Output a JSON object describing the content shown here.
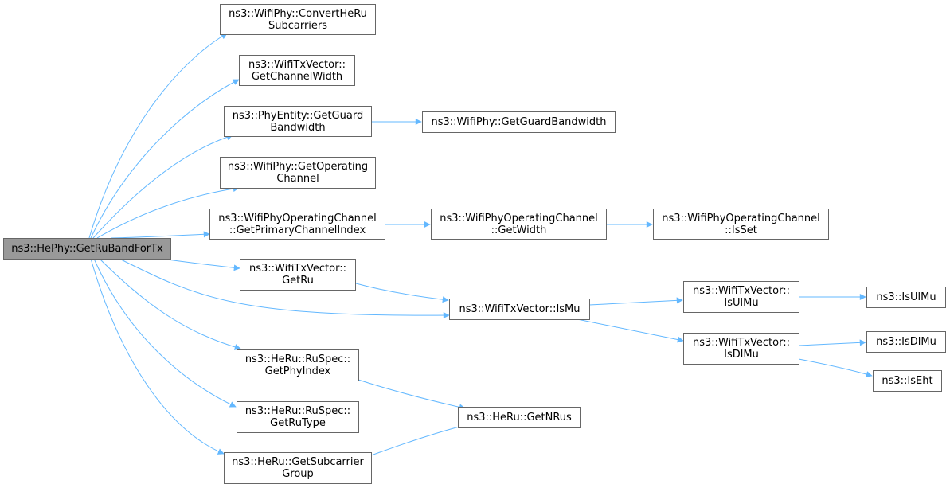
{
  "graph": {
    "root": {
      "line1": "ns3::HePhy::GetRuBandForTx"
    },
    "convert_he_ru": {
      "line1": "ns3::WifiPhy::ConvertHeRu",
      "line2": "Subcarriers"
    },
    "txvector_channel_width": {
      "line1": "ns3::WifiTxVector::",
      "line2": "GetChannelWidth"
    },
    "phyentity_guard": {
      "line1": "ns3::PhyEntity::GetGuard",
      "line2": "Bandwidth"
    },
    "wifiphy_guard": {
      "line1": "ns3::WifiPhy::GetGuardBandwidth"
    },
    "wifiphy_operating": {
      "line1": "ns3::WifiPhy::GetOperating",
      "line2": "Channel"
    },
    "opchannel_primary": {
      "line1": "ns3::WifiPhyOperatingChannel",
      "line2": "::GetPrimaryChannelIndex"
    },
    "opchannel_width": {
      "line1": "ns3::WifiPhyOperatingChannel",
      "line2": "::GetWidth"
    },
    "opchannel_isset": {
      "line1": "ns3::WifiPhyOperatingChannel",
      "line2": "::IsSet"
    },
    "txvector_getru": {
      "line1": "ns3::WifiTxVector::",
      "line2": "GetRu"
    },
    "txvector_ismu": {
      "line1": "ns3::WifiTxVector::IsMu"
    },
    "txvector_isulmu": {
      "line1": "ns3::WifiTxVector::",
      "line2": "IsUlMu"
    },
    "isulmu": {
      "line1": "ns3::IsUlMu"
    },
    "txvector_isdlmu": {
      "line1": "ns3::WifiTxVector::",
      "line2": "IsDlMu"
    },
    "isdlmu": {
      "line1": "ns3::IsDlMu"
    },
    "iseht": {
      "line1": "ns3::IsEht"
    },
    "ruspec_phyindex": {
      "line1": "ns3::HeRu::RuSpec::",
      "line2": "GetPhyIndex"
    },
    "heru_getnrus": {
      "line1": "ns3::HeRu::GetNRus"
    },
    "ruspec_rutype": {
      "line1": "ns3::HeRu::RuSpec::",
      "line2": "GetRuType"
    },
    "heru_subcarrier_group": {
      "line1": "ns3::HeRu::GetSubcarrier",
      "line2": "Group"
    }
  },
  "colors": {
    "edge": "#63b8ff",
    "node_border": "#666666",
    "root_fill": "#999999"
  }
}
